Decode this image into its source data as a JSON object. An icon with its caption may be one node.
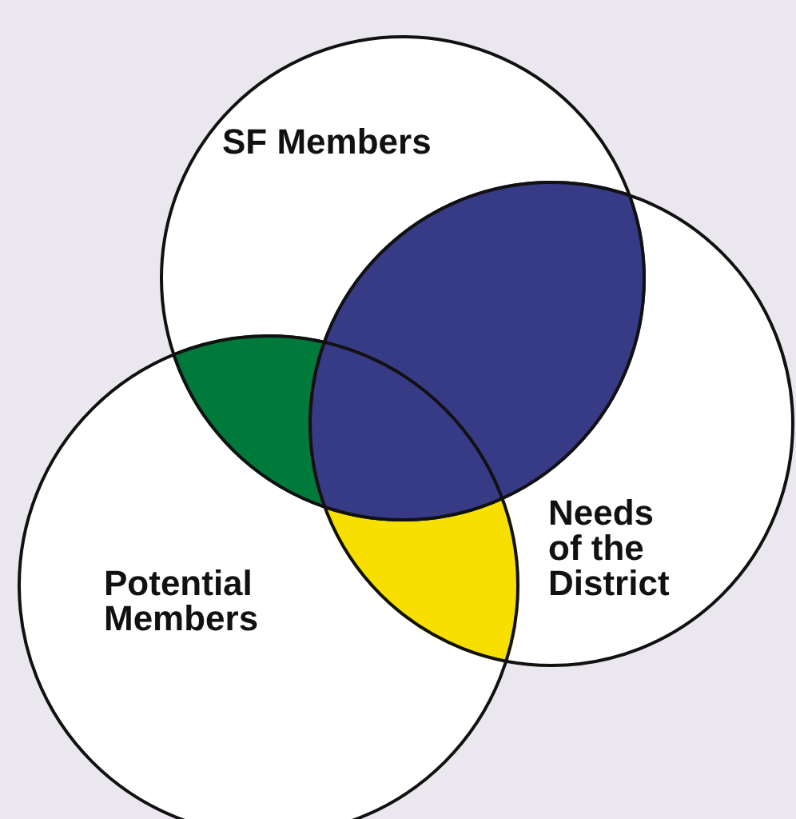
{
  "diagram": {
    "nodes": [
      {
        "text": [
          "SF Members"
        ]
      },
      {
        "text": [
          "Needs of the District"
        ]
      },
      {
        "text": [
          "Potential Members"
        ]
      }
    ]
  }
}
